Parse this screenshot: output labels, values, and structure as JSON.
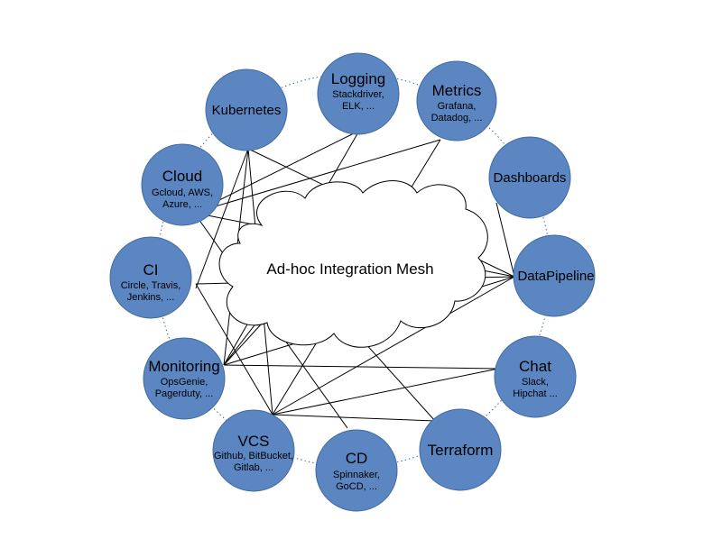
{
  "mesh": {
    "label": "Ad-hoc Integration Mesh"
  },
  "colors": {
    "node_fill": "#5b86c1",
    "node_stroke": "#3f6aa4",
    "ring": "#3f6aa4",
    "edge": "#000000"
  },
  "nodes": {
    "logging": {
      "title": "Logging",
      "lines": [
        "Stackdriver,",
        "ELK, ..."
      ]
    },
    "metrics": {
      "title": "Metrics",
      "lines": [
        "Grafana,",
        "Datadog, ..."
      ]
    },
    "kubernetes": {
      "title": "Kubernetes",
      "lines": []
    },
    "cloud": {
      "title": "Cloud",
      "lines": [
        "Gcloud, AWS,",
        "Azure, ..."
      ]
    },
    "dashboards": {
      "title": "Dashboards",
      "lines": []
    },
    "ci": {
      "title": "CI",
      "lines": [
        "Circle, Travis,",
        "Jenkins, ..."
      ]
    },
    "datapipeline": {
      "title": "DataPipeline",
      "lines": []
    },
    "chat": {
      "title": "Chat",
      "lines": [
        "Slack,",
        "Hipchat ..."
      ]
    },
    "monitoring": {
      "title": "Monitoring",
      "lines": [
        "OpsGenie,",
        "Pagerduty, ..."
      ]
    },
    "vcs": {
      "title": "VCS",
      "lines": [
        "Github, BitBucket,",
        "Gitlab, ..."
      ]
    },
    "cd": {
      "title": "CD",
      "lines": [
        "Spinnaker,",
        "GoCD, ..."
      ]
    },
    "terraform": {
      "title": "Terraform",
      "lines": []
    }
  }
}
